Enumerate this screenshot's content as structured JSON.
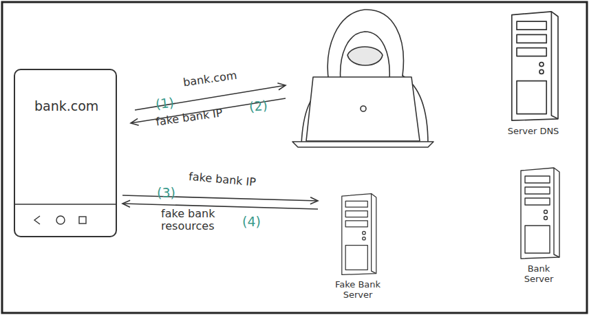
{
  "diagram": {
    "nodes": [
      {
        "text": [
          "bank.com"
        ]
      },
      {
        "text": [
          "Server DNS"
        ]
      },
      {
        "text": [
          "Fake Bank Server"
        ]
      },
      {
        "text": [
          "Bank Server"
        ]
      }
    ],
    "edges": [
      {
        "from": 0,
        "to": 2,
        "label": "fake bank IP",
        "arrow": "to"
      },
      {
        "from": 2,
        "to": 0,
        "label": "fake bank resources",
        "arrow": "to"
      }
    ],
    "labels": [
      "(1)",
      "bank.com",
      "fake bank IP",
      "(2)",
      "(3)",
      "(4)"
    ]
  }
}
